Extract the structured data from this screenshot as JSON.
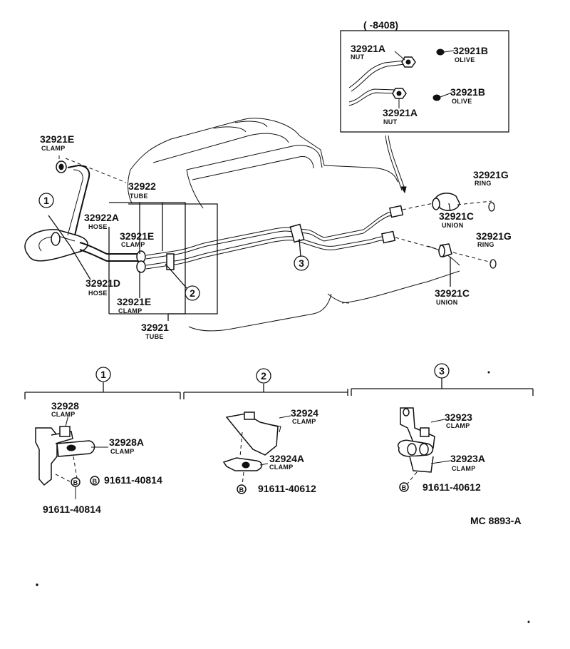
{
  "inset": {
    "title": "(      -8408)",
    "nut_top": {
      "part": "32921A",
      "desc": "NUT"
    },
    "olive_top": {
      "part": "32921B",
      "desc": "OLIVE"
    },
    "olive_bottom": {
      "part": "32921B",
      "desc": "OLIVE"
    },
    "nut_bottom": {
      "part": "32921A",
      "desc": "NUT"
    }
  },
  "main": {
    "clamp_e_top": {
      "part": "32921E",
      "desc": "CLAMP"
    },
    "tube_top": {
      "part": "32922",
      "desc": "TUBE"
    },
    "hose_a": {
      "part": "32922A",
      "desc": "HOSE"
    },
    "clamp_e_mid": {
      "part": "32921E",
      "desc": "CLAMP"
    },
    "hose_d": {
      "part": "32921D",
      "desc": "HOSE"
    },
    "clamp_e_low": {
      "part": "32921E",
      "desc": "CLAMP"
    },
    "tube_bottom": {
      "part": "32921",
      "desc": "TUBE"
    },
    "ring_top": {
      "part": "32921G",
      "desc": "RING"
    },
    "union_top": {
      "part": "32921C",
      "desc": "UNION"
    },
    "ring_bottom": {
      "part": "32921G",
      "desc": "RING"
    },
    "union_bottom": {
      "part": "32921C",
      "desc": "UNION"
    },
    "callouts": [
      "1",
      "2",
      "3"
    ]
  },
  "details": {
    "d1": {
      "number": "1",
      "clamp": {
        "part": "32928",
        "desc": "CLAMP"
      },
      "clamp_a": {
        "part": "32928A",
        "desc": "CLAMP"
      },
      "bolt_marker": "B",
      "bolt_right": "91611-40814",
      "bolt_bottom": "91611-40814"
    },
    "d2": {
      "number": "2",
      "clamp": {
        "part": "32924",
        "desc": "CLAMP"
      },
      "clamp_a": {
        "part": "32924A",
        "desc": "CLAMP"
      },
      "bolt_marker": "B",
      "bolt": "91611-40612"
    },
    "d3": {
      "number": "3",
      "clamp": {
        "part": "32923",
        "desc": "CLAMP"
      },
      "clamp_a": {
        "part": "32923A",
        "desc": "CLAMP"
      },
      "bolt_marker": "B",
      "bolt": "91611-40612"
    }
  },
  "figure_code": "MC 8893-A"
}
